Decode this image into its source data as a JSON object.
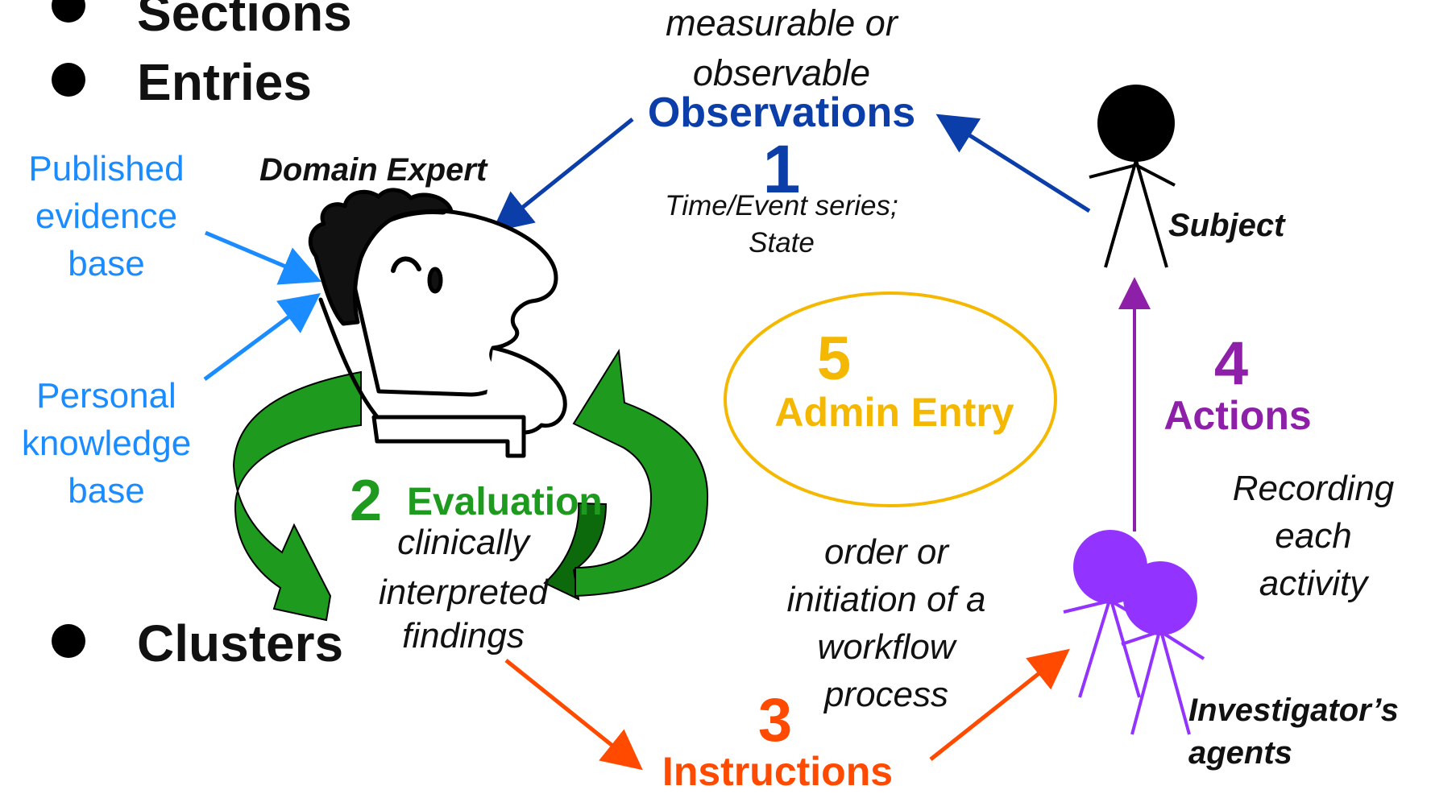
{
  "colors": {
    "observations": "#0b3ea8",
    "evidence": "#1a8cff",
    "evaluation": "#1e9a1e",
    "instructions": "#ff4a00",
    "admin": "#f5b800",
    "actions": "#8e1fa8",
    "agents": "#9333ff"
  },
  "bullets": [
    "Sections",
    "Entries",
    "Clusters"
  ],
  "observations": {
    "caption_line1": "measurable or",
    "caption_line2": "observable",
    "title": "Observations",
    "number": "1",
    "detail_line1": "Time/Event series;",
    "detail_line2": "State"
  },
  "domain_expert": "Domain Expert",
  "published": [
    "Published",
    "evidence",
    "base"
  ],
  "personal": [
    "Personal",
    "knowledge",
    "base"
  ],
  "evaluation": {
    "number": "2",
    "title": "Evaluation",
    "detail": [
      "clinically",
      "interpreted",
      "findings"
    ]
  },
  "admin": {
    "number": "5",
    "title": "Admin Entry"
  },
  "instructions": {
    "number": "3",
    "title": "Instructions",
    "detail": [
      "order  or",
      "initiation of a",
      "workflow",
      "process"
    ]
  },
  "actions": {
    "number": "4",
    "title": "Actions",
    "detail": [
      "Recording",
      "each",
      "activity"
    ]
  },
  "subject": "Subject",
  "agents": [
    "Investigator’s",
    "agents"
  ]
}
